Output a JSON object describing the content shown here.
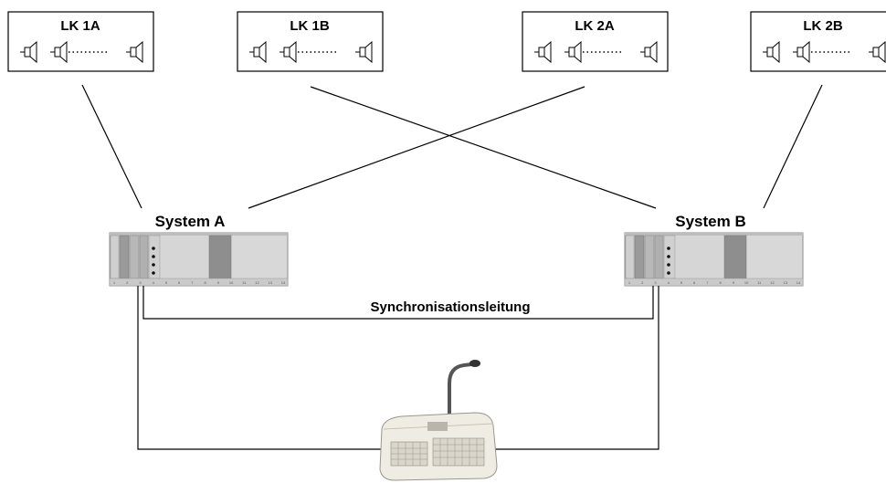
{
  "zones": [
    {
      "id": "lk1a",
      "label": "LK 1A"
    },
    {
      "id": "lk1b",
      "label": "LK 1B"
    },
    {
      "id": "lk2a",
      "label": "LK 2A"
    },
    {
      "id": "lk2b",
      "label": "LK 2B"
    }
  ],
  "systems": [
    {
      "id": "a",
      "label": "System A"
    },
    {
      "id": "b",
      "label": "System B"
    }
  ],
  "sync_line": {
    "label": "Synchronisationsleitung"
  },
  "rack_slot_numbers": [
    "1",
    "2",
    "3",
    "4",
    "5",
    "6",
    "7",
    "8",
    "9",
    "10",
    "11",
    "12",
    "13",
    "14"
  ],
  "connections": [
    {
      "from": "LK 1A",
      "to": "System A"
    },
    {
      "from": "LK 2A",
      "to": "System A"
    },
    {
      "from": "LK 1B",
      "to": "System B"
    },
    {
      "from": "LK 2B",
      "to": "System B"
    }
  ]
}
